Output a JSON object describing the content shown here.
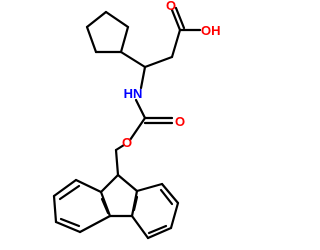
{
  "molecule": {
    "colors": {
      "bond": "#000000",
      "oxygen": "#ff0000",
      "nitrogen": "#0000ff",
      "background": "#ffffff"
    },
    "atom_labels": {
      "hydroxyl": "OH",
      "carbonyl_acid_oxygen": "O",
      "amine": "HN",
      "ester_oxygen": "O",
      "carbamate_carbonyl_oxygen": "O"
    }
  }
}
